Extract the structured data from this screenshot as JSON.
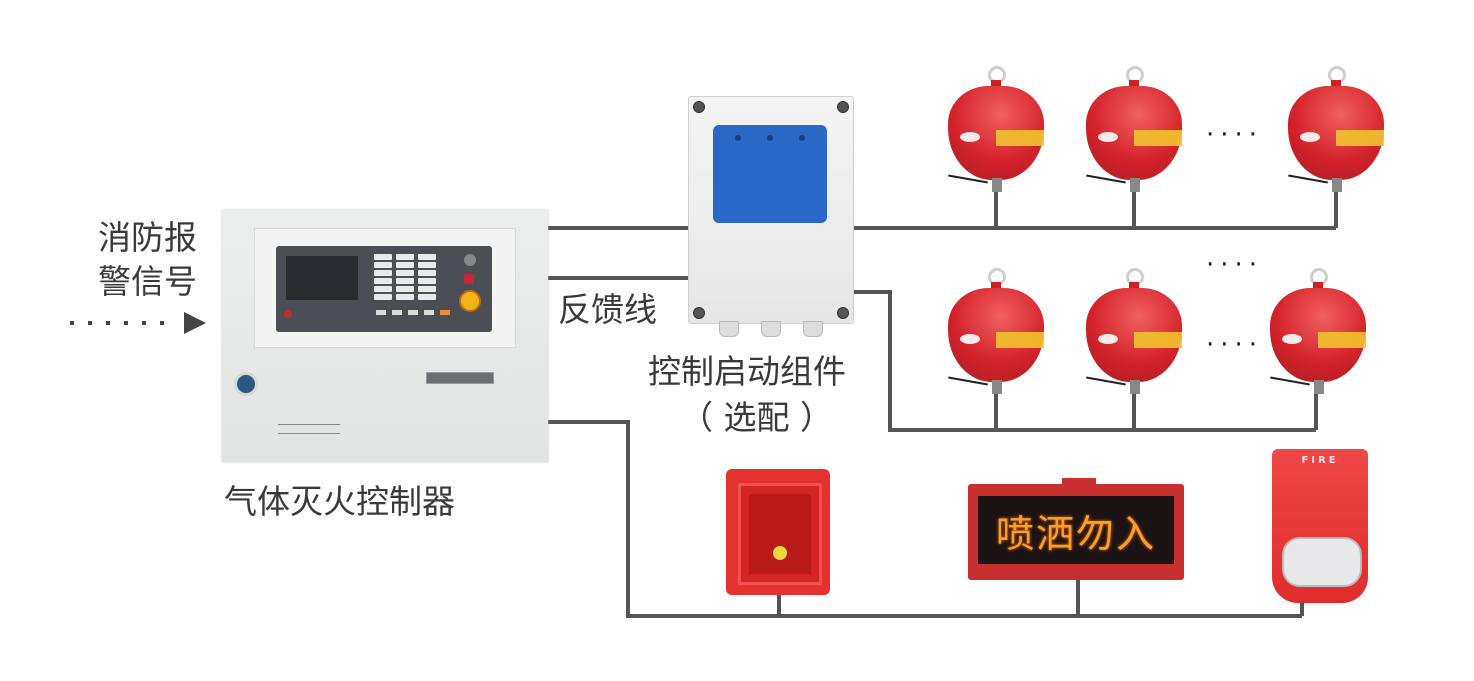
{
  "labels": {
    "alarm_signal_line1": "消防报",
    "alarm_signal_line2": "警信号",
    "feedback_line": "反馈线",
    "control_component_line1": "控制启动组件",
    "control_component_line2": "（ 选配 ）",
    "controller": "气体灭火控制器",
    "ellipsis": "····"
  },
  "devices": {
    "controller": {
      "name": "gas fire extinguishing controller"
    },
    "sign_text": "喷洒勿入",
    "strobe_text": "FIRE"
  },
  "cylinder_rows": [
    {
      "count_shown": 3
    },
    {
      "count_shown": 3
    }
  ],
  "colors": {
    "wire": "#555555",
    "device_red": "#d4232b",
    "sign_text": "#f5a02a",
    "control_box_blue": "#2b69c9"
  }
}
